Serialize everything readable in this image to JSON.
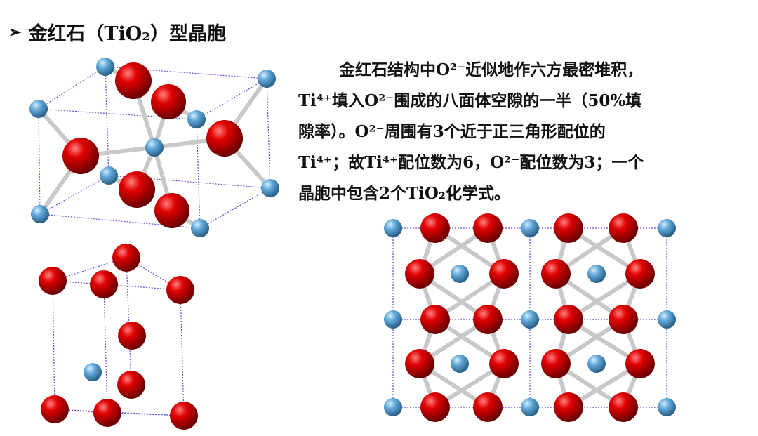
{
  "slide": {
    "bullet_icon": "arrow-right-icon",
    "title": "金红石（TiO₂）型晶胞",
    "paragraph_lines": [
      "金红石结构中O²⁻近似地作六方最密堆积，",
      "Ti⁴⁺填入O²⁻围成的八面体空隙的一半（50%填",
      "隙率）。O²⁻周围有3个近于正三角形配位的",
      "Ti⁴⁺；故Ti⁴⁺配位数为6，O²⁻配位数为3；一个",
      "晶胞中包含2个TiO₂化学式。"
    ]
  },
  "colors": {
    "oxygen": "#d40000",
    "titanium": "#5fa8d8",
    "bond": "#c8c8c8",
    "cell_edge": "#5555dd"
  }
}
